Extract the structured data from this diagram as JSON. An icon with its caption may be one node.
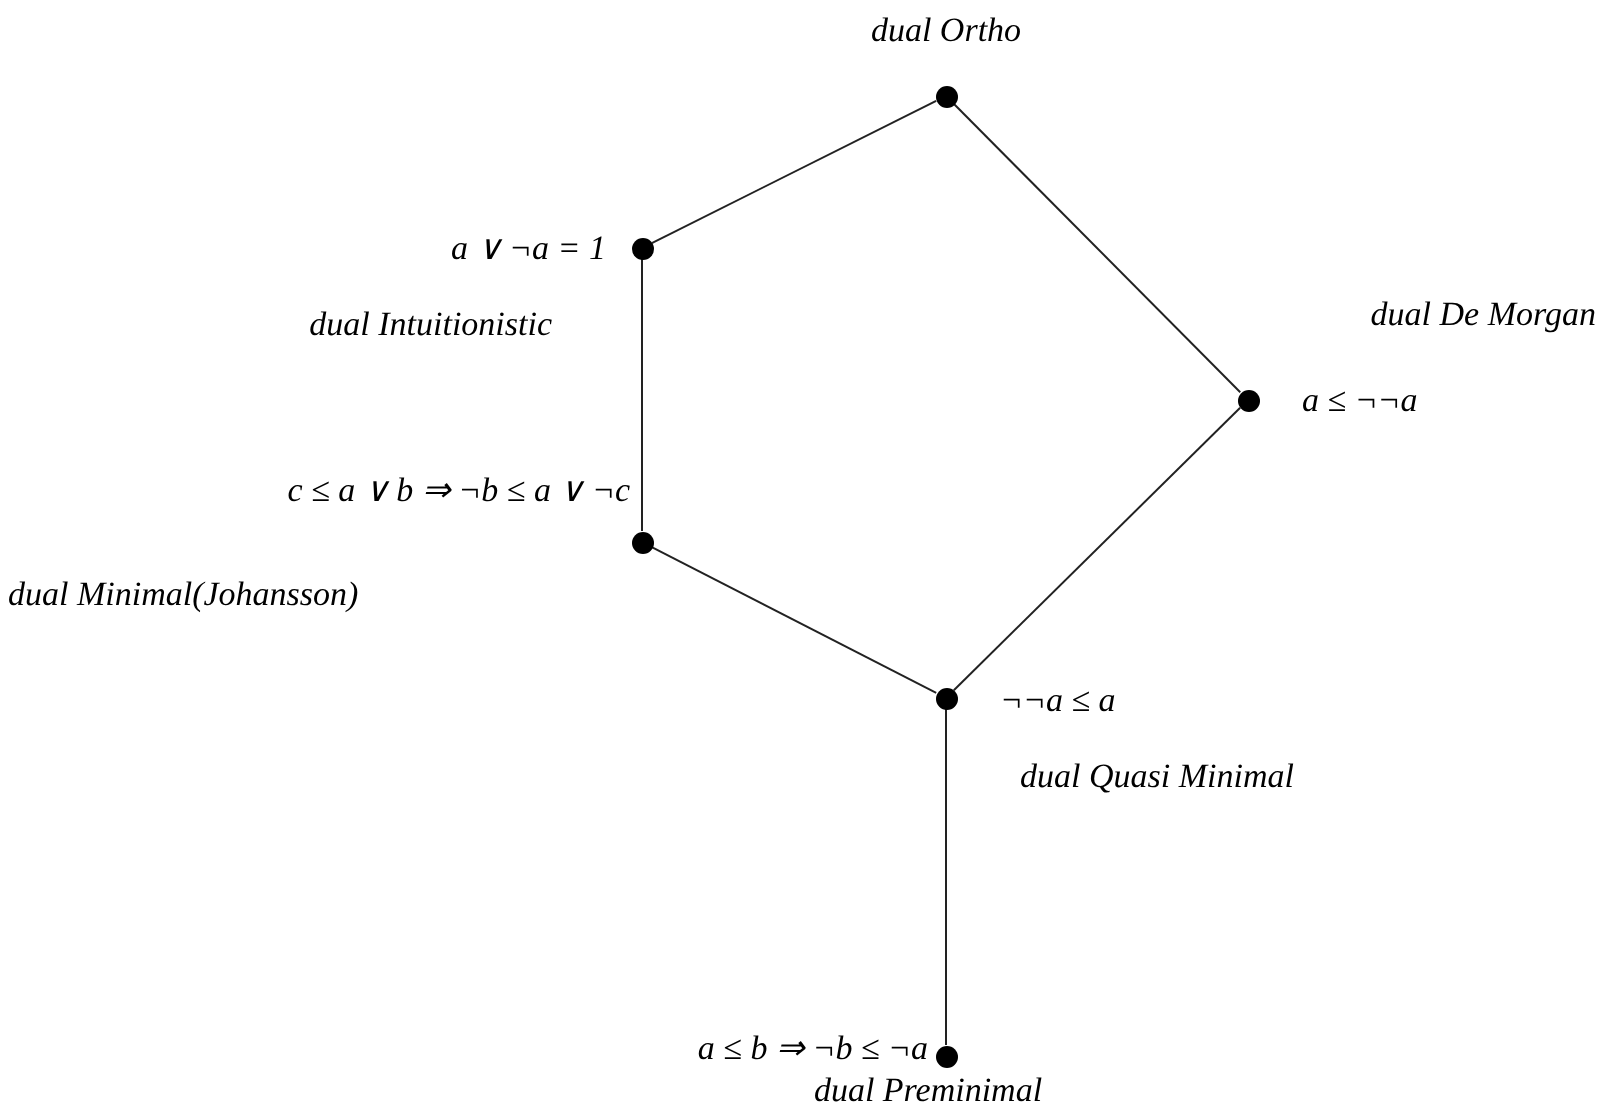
{
  "diagram": {
    "nodes": [
      {
        "text": [],
        "shape": "circle",
        "beside": [
          "dual Ortho"
        ]
      },
      {
        "text": [],
        "shape": "circle",
        "beside": [
          "a ∨ ¬a = 1",
          "dual Intuitionistic"
        ]
      },
      {
        "text": [],
        "shape": "circle",
        "beside": [
          "dual De Morgan",
          "a ≤ ¬¬a"
        ]
      },
      {
        "text": [],
        "shape": "circle",
        "beside": [
          "c ≤ a ∨ b ⇒ ¬b ≤ a ∨ ¬c",
          "dual Minimal(Johansson)"
        ]
      },
      {
        "text": [],
        "shape": "circle",
        "beside": [
          "¬¬a ≤ a",
          "dual Quasi Minimal"
        ]
      },
      {
        "text": [],
        "shape": "circle",
        "beside": [
          "a ≤ b ⇒ ¬b ≤ ¬a",
          "dual Preminimal"
        ]
      }
    ],
    "edges": [
      {
        "from": 0,
        "to": 1,
        "arrow": "none"
      },
      {
        "from": 0,
        "to": 2,
        "arrow": "none"
      },
      {
        "from": 1,
        "to": 3,
        "arrow": "none"
      },
      {
        "from": 3,
        "to": 4,
        "arrow": "none"
      },
      {
        "from": 2,
        "to": 4,
        "arrow": "none"
      },
      {
        "from": 4,
        "to": 5,
        "arrow": "none"
      }
    ]
  }
}
